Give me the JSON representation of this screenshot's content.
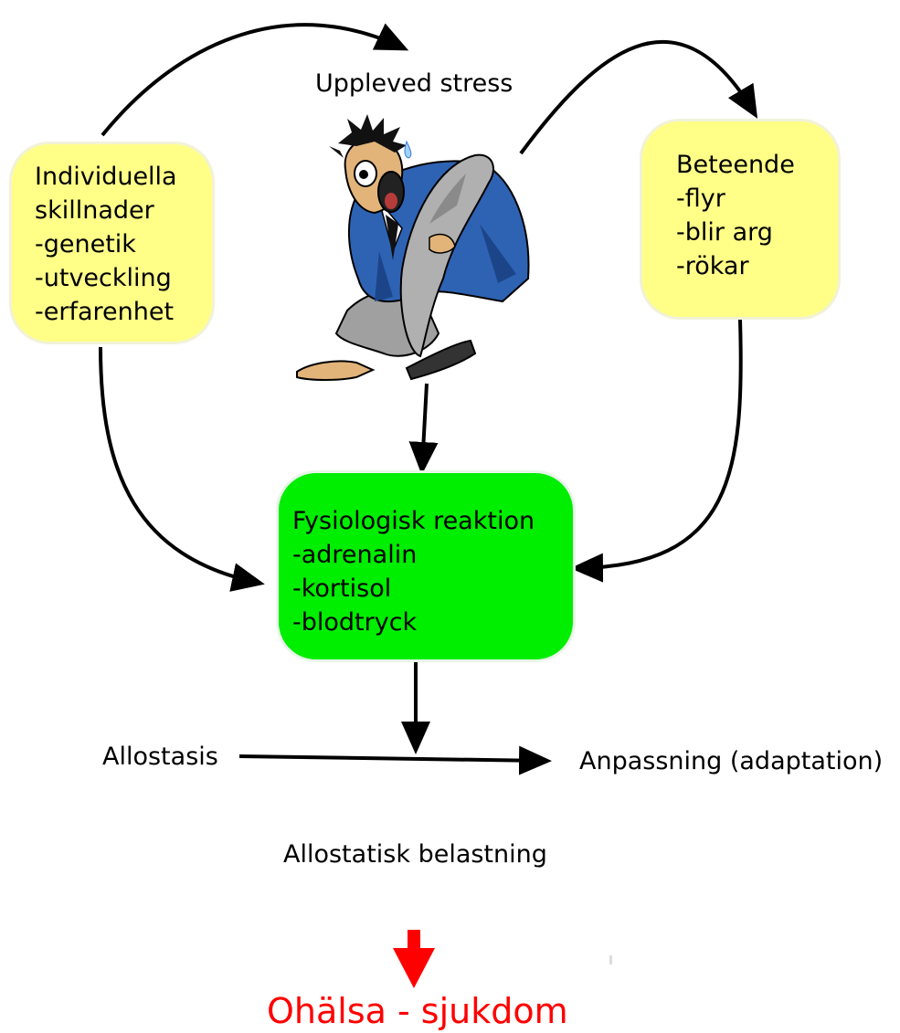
{
  "stress_label": "Uppleved stress",
  "individual_box": {
    "lines": [
      "Individuella",
      "skillnader",
      "-genetik",
      "-utveckling",
      "-erfarenhet"
    ]
  },
  "behavior_box": {
    "lines": [
      "Beteende",
      "-flyr",
      "-blir arg",
      "-rökar"
    ]
  },
  "physiology_box": {
    "lines": [
      "Fysiologisk reaktion",
      "-adrenalin",
      "-kortisol",
      "-blodtryck"
    ]
  },
  "allostasis_label": "Allostasis",
  "adaptation_label": "Anpassning (adaptation)",
  "load_label": "Allostatisk belastning",
  "outcome_label": "Ohälsa - sjukdom",
  "colors": {
    "yellow_box": "#ffff88",
    "green_box": "#00ee00",
    "outcome": "#ff0000",
    "arrows": "#000000"
  }
}
